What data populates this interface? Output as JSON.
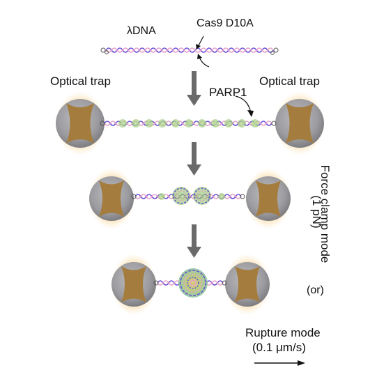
{
  "labels": {
    "lambda_dna": "λDNA",
    "cas9": "Cas9 D10A",
    "optical_trap_left": "Optical trap",
    "optical_trap_right": "Optical trap",
    "parp1": "PARP1",
    "force_clamp": "Force clamp mode",
    "force_value": "(1 pN)",
    "or": "(or)",
    "rupture_mode": "Rupture mode",
    "rupture_speed": "(0.1 μm/s)"
  },
  "colors": {
    "dna_strand_a": "#6b4bd6",
    "dna_strand_b": "#e8a0c8",
    "bead_gray": "#9a9a9e",
    "bead_core": "#a47c3e",
    "trap_glow": "#f6c46a",
    "parp_green": "#9ccf7a",
    "arrow_gray": "#6a6a6a"
  }
}
